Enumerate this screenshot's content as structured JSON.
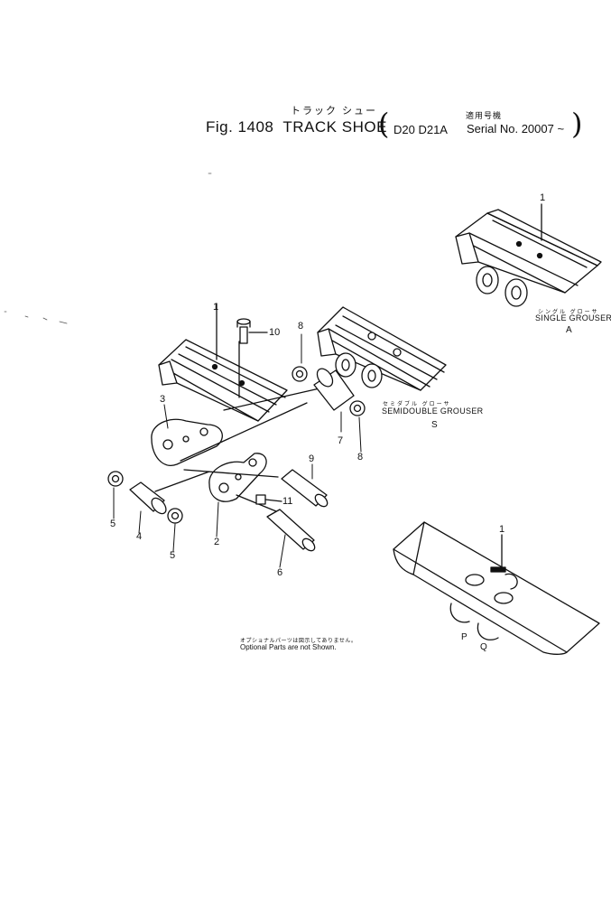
{
  "title": {
    "fig": "Fig. 1408",
    "name": "TRACK SHOE",
    "name_jp": "トラック シュー",
    "models": "D20 D21A",
    "serial_jp": "適用号機",
    "serial": "Serial No. 20007 ~"
  },
  "variants": {
    "single": {
      "jp": "シングル グローサ",
      "label": "SINGLE GROUSER",
      "code": "A"
    },
    "semi_double": {
      "jp": "セミダブル グローサ",
      "label": "SEMIDOUBLE GROUSER",
      "code": "S"
    },
    "flat_codes": [
      "P",
      "Q"
    ]
  },
  "note": {
    "jp": "オプショナルパーツは図示してありません。",
    "en": "Optional Parts are not Shown."
  },
  "callouts": [
    "1",
    "1",
    "1",
    "2",
    "3",
    "4",
    "5",
    "5",
    "6",
    "7",
    "8",
    "8",
    "9",
    "10",
    "11"
  ]
}
